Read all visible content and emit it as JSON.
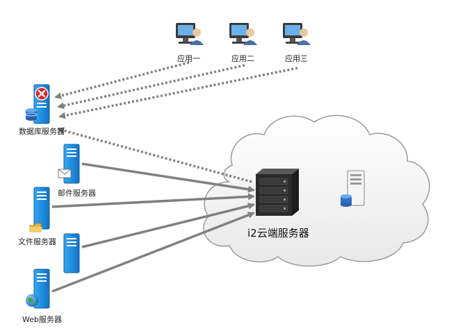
{
  "apps": [
    {
      "label": "应用一"
    },
    {
      "label": "应用二"
    },
    {
      "label": "应用三"
    }
  ],
  "servers": {
    "database": {
      "label": "数据库服务器",
      "status_icon": "error-x-icon",
      "badge_icon": "database-icon"
    },
    "mail": {
      "label": "邮件服务器",
      "badge_icon": "envelope-icon"
    },
    "file": {
      "label": "文件服务器",
      "badge_icon": "folder-icon"
    },
    "unlabeled": {
      "label": ""
    },
    "web": {
      "label": "Web服务器",
      "badge_icon": "globe-icon"
    }
  },
  "cloud": {
    "label": "i2云端服务器",
    "server_icon": "rack-server-icon",
    "secondary_icon": "tower-server-icon"
  },
  "colors": {
    "server_blue": "#1e8fe0",
    "arrow_gray": "#808080",
    "cloud_fill": "#f3f3f3",
    "cloud_stroke": "#9a9a9a",
    "error_red": "#d8262b"
  }
}
